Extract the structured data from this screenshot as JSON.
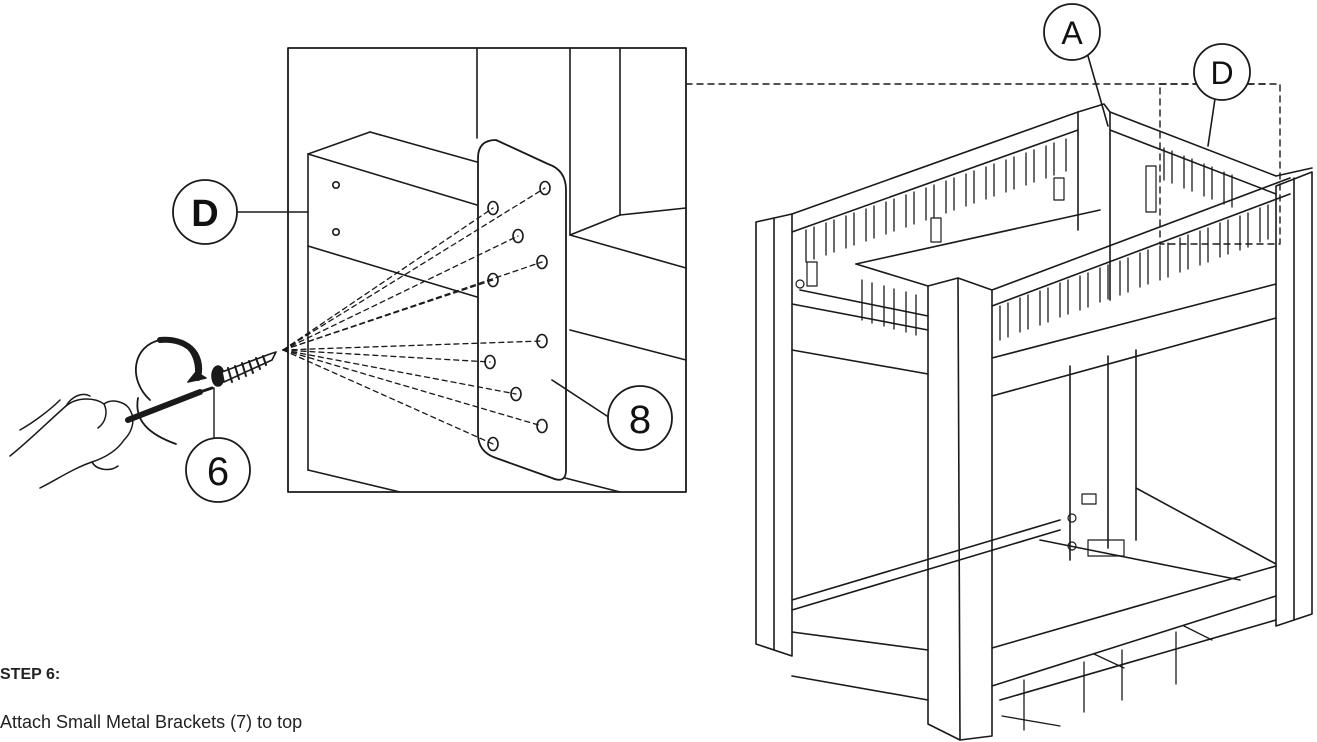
{
  "callouts": {
    "panel_d_zoom": "D",
    "screw_part": "6",
    "plate_part": "8",
    "panel_a": "A",
    "panel_d_main": "D"
  },
  "step": {
    "title": "STEP 6:",
    "text": "Attach Small Metal Brackets (7) to top"
  },
  "colors": {
    "line": "#1a1a1a",
    "background": "#ffffff"
  }
}
